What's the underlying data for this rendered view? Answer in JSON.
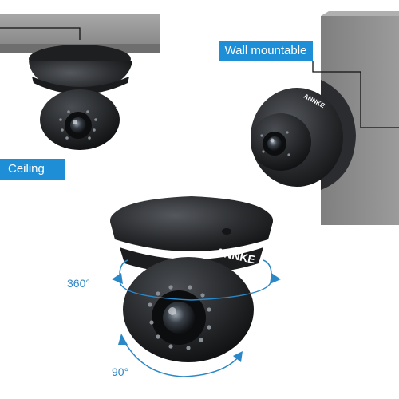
{
  "labels": {
    "ceiling": "Ceiling",
    "wall": "Wall mountable"
  },
  "angles": {
    "horizontal": "360°",
    "vertical": "90°"
  },
  "brand": "ANNKE",
  "colors": {
    "label_bg": "#1e8fd6",
    "arrow": "#2a87c8",
    "camera_body": "#2b2d30",
    "wall": "#8c8c8c"
  }
}
